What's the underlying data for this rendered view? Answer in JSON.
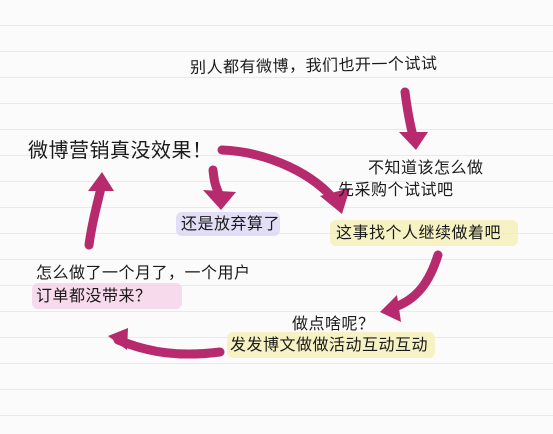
{
  "notes": {
    "line_1": "别人都有微博，我们也开一个试试",
    "line_2": "不知道该怎么做",
    "line_3": "先采购个试试吧",
    "line_4": "这事找个人继续做着吧",
    "line_5": "做点啥呢？",
    "line_6": "发发博文做做活动互动互动",
    "line_7": "微博营销真没效果！",
    "line_8": "还是放弃算了",
    "line_9": "怎么做了一个月了，一个用户",
    "line_10": "订单都没带来？"
  },
  "colors": {
    "arrow": "#b72a6e",
    "highlight_yellow": "#f6efb0",
    "highlight_purple": "#d9d4f4",
    "highlight_pink": "#f5cfe6"
  }
}
